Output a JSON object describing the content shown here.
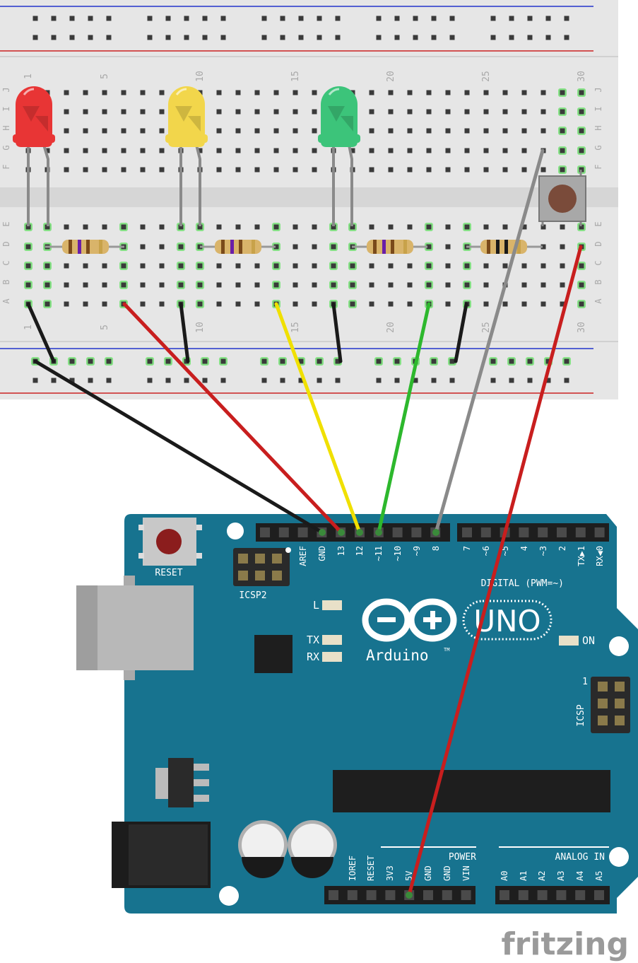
{
  "breadboard": {
    "top_column_numbers": [
      "1",
      "5",
      "10",
      "15",
      "20",
      "25",
      "30"
    ],
    "bottom_column_numbers": [
      "1",
      "5",
      "10",
      "15",
      "20",
      "25",
      "30"
    ],
    "top_row_letters": [
      "J",
      "I",
      "H",
      "G",
      "F"
    ],
    "bottom_row_letters": [
      "E",
      "D",
      "C",
      "B",
      "A"
    ]
  },
  "components": {
    "leds": [
      {
        "name": "red-led",
        "color": "#e83535"
      },
      {
        "name": "yellow-led",
        "color": "#f2d64b"
      },
      {
        "name": "green-led",
        "color": "#3cc47a"
      }
    ],
    "wire_colors": {
      "black": "#1a1a1a",
      "red": "#c81e1e",
      "yellow": "#f0e000",
      "green": "#2db82d",
      "gray": "#8a8a8a"
    }
  },
  "arduino": {
    "board_color": "#17738f",
    "reset_label": "RESET",
    "icsp2_label": "ICSP2",
    "icsp_label": "ICSP",
    "icsp_pin1_label": "1",
    "digital_label": "DIGITAL (PWM=~)",
    "digital_pins": [
      "AREF",
      "GND",
      "13",
      "12",
      "~11",
      "~10",
      "~9",
      "8",
      "7",
      "~6",
      "~5",
      "4",
      "~3",
      "2",
      "TX▶1",
      "RX◀0"
    ],
    "led_labels": {
      "l": "L",
      "tx": "TX",
      "rx": "RX",
      "on": "ON"
    },
    "logo_text": "Arduino",
    "logo_tm": "TM",
    "model": "UNO",
    "power_label": "POWER",
    "power_pins": [
      "IOREF",
      "RESET",
      "3V3",
      "5V",
      "GND",
      "GND",
      "VIN"
    ],
    "analog_label": "ANALOG IN",
    "analog_pins": [
      "A0",
      "A1",
      "A2",
      "A3",
      "A4",
      "A5"
    ]
  },
  "watermark": "fritzing"
}
